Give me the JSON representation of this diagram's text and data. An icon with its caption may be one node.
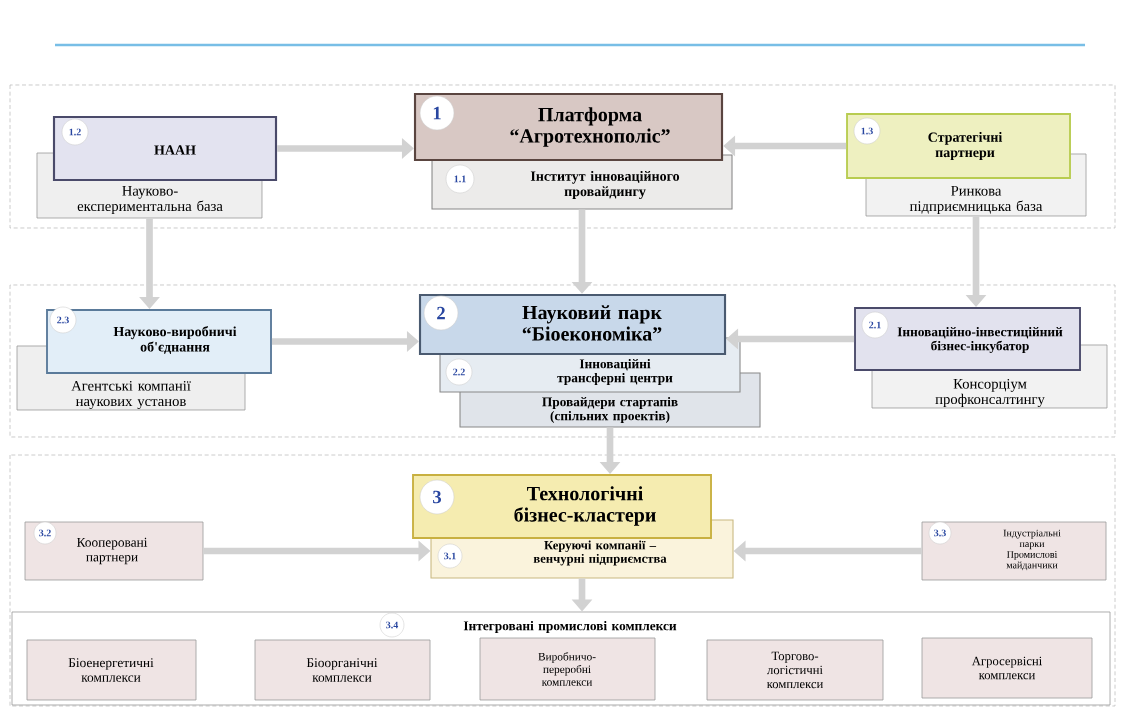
{
  "diagram": {
    "nodes": [
      {
        "text": [
          "1.2",
          "НААН"
        ]
      },
      {
        "text": [
          "Науково-експериментальна база"
        ]
      },
      {
        "text": [
          "1",
          "Платформа “Агротехнополіс”"
        ]
      },
      {
        "text": [
          "1.1",
          "Інститут інноваційного провайдингу"
        ]
      },
      {
        "text": [
          "1.3",
          "Стратегічні партнери"
        ]
      },
      {
        "text": [
          "Ринкова підприємницька база"
        ]
      },
      {
        "text": [
          "2.3",
          "Науково-виробничі об'єднання"
        ]
      },
      {
        "text": [
          "Агентські компанії наукових установ"
        ]
      },
      {
        "text": [
          "2",
          "Науковий парк “Біоекономіка”"
        ]
      },
      {
        "text": [
          "2.2",
          "Інноваційні трансферні центри"
        ]
      },
      {
        "text": [
          "Провайдери стартапів (спільних проектів)"
        ]
      },
      {
        "text": [
          "2.1",
          "Інноваційно-інвестиційний бізнес-інкубатор"
        ]
      },
      {
        "text": [
          "Консорціум профконсалтингу"
        ]
      },
      {
        "text": [
          "3",
          "Технологічні бізнес-кластери"
        ]
      },
      {
        "text": [
          "3.1",
          "Керуючі компанії – венчурні підприємства"
        ]
      },
      {
        "text": [
          "3.2",
          "Кооперовані партнери"
        ]
      },
      {
        "text": [
          "3.3",
          "Індустріальні парки Промислові майданчики"
        ]
      },
      {
        "text": [
          "3.4",
          "Інтегровані промислові комплекси"
        ]
      },
      {
        "text": [
          "Біоенергетичні комплекси"
        ],
        "in": 17
      },
      {
        "text": [
          "Біоорганічні комплекси"
        ],
        "in": 17
      },
      {
        "text": [
          "Виробничо-переробні комплекси"
        ],
        "in": 17
      },
      {
        "text": [
          "Торгово-логістичні комплекси"
        ],
        "in": 17
      },
      {
        "text": [
          "Агросервісні комплекси"
        ],
        "in": 17
      }
    ],
    "edges": [
      {
        "from": 0,
        "to": 2,
        "arrow": "to"
      },
      {
        "from": 4,
        "to": 2,
        "arrow": "to"
      },
      {
        "from": 1,
        "to": 6,
        "arrow": "to"
      },
      {
        "from": 3,
        "to": 8,
        "arrow": "to"
      },
      {
        "from": 5,
        "to": 11,
        "arrow": "to"
      },
      {
        "from": 6,
        "to": 8,
        "arrow": "to"
      },
      {
        "from": 11,
        "to": 8,
        "arrow": "to"
      },
      {
        "from": 10,
        "to": 13,
        "arrow": "to"
      },
      {
        "from": 15,
        "to": 14,
        "arrow": "to"
      },
      {
        "from": 16,
        "to": 14,
        "arrow": "to"
      },
      {
        "from": 14,
        "to": 17,
        "arrow": "to"
      }
    ]
  }
}
